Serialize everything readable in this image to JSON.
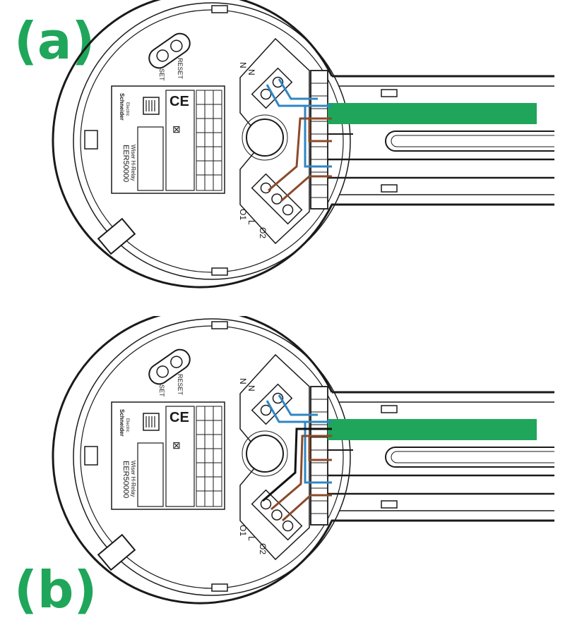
{
  "colors": {
    "accent_green": "#1fa65a",
    "wire_blue": "#2f86c5",
    "wire_brown": "#8b4a2a",
    "wire_black": "#111111",
    "outline": "#1a1a1a"
  },
  "panels": [
    {
      "label": "(a)",
      "brand": "Schneider",
      "brand_sub": "Electric",
      "model": "EER50000",
      "product": "Wiser H-Relay",
      "button_set": "SET",
      "button_reset": "RESET",
      "terminal_n1": "N",
      "terminal_n2": "N",
      "terminal_l": "L",
      "terminal_o1": "O1",
      "terminal_o2": "O2",
      "ce_mark": "CE"
    },
    {
      "label": "(b)",
      "brand": "Schneider",
      "brand_sub": "Electric",
      "model": "EER50000",
      "product": "Wiser H-Relay",
      "button_set": "SET",
      "button_reset": "RESET",
      "terminal_n1": "N",
      "terminal_n2": "N",
      "terminal_l": "L",
      "terminal_o1": "O1",
      "terminal_o2": "O2",
      "ce_mark": "CE"
    }
  ]
}
